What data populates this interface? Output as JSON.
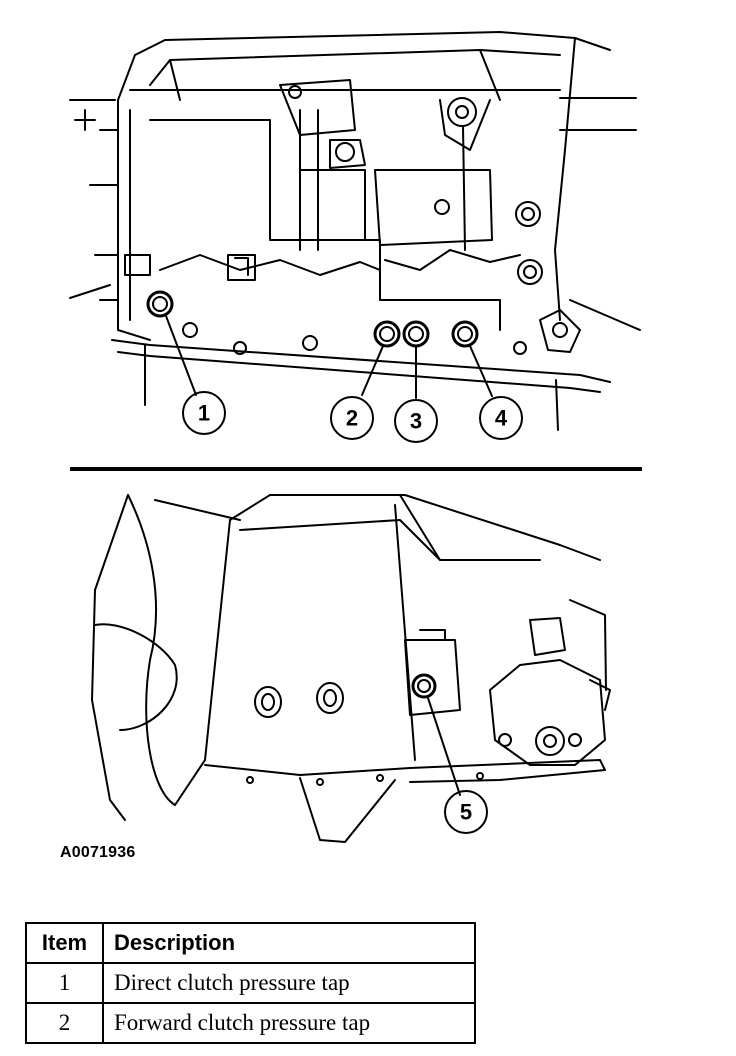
{
  "figure": {
    "top_callouts": [
      "1",
      "2",
      "3",
      "4"
    ],
    "bottom_callouts": [
      "5"
    ],
    "figure_id": "A0071936"
  },
  "table": {
    "headers": [
      "Item",
      "Description"
    ],
    "rows": [
      {
        "item": "1",
        "description": "Direct clutch pressure tap"
      },
      {
        "item": "2",
        "description": "Forward clutch pressure tap"
      }
    ]
  }
}
